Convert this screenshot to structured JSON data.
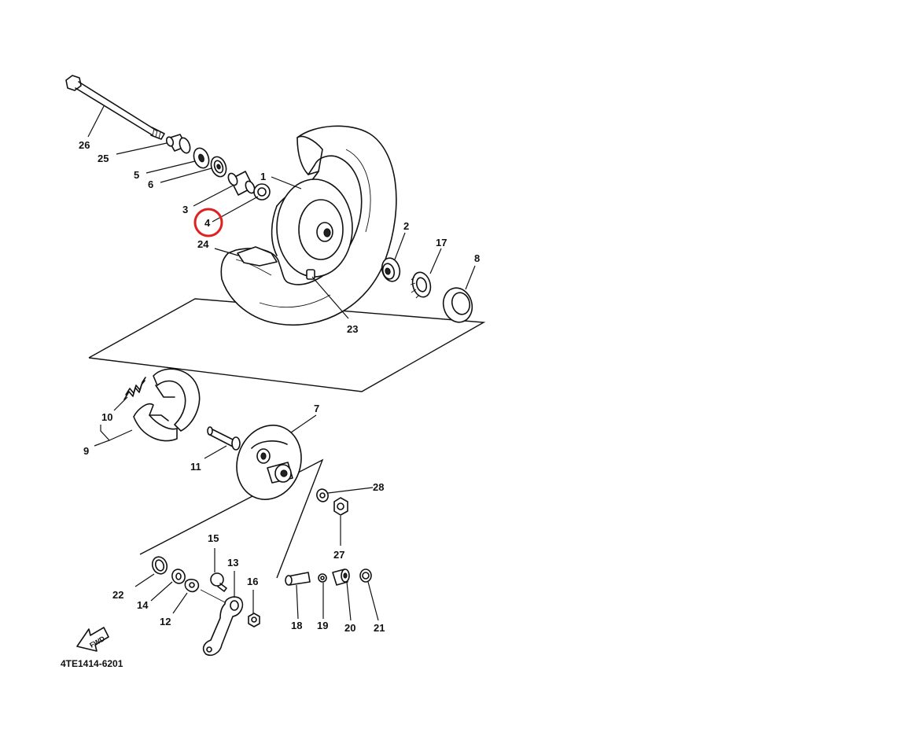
{
  "diagram": {
    "drawing_code": "4TE1414-6201",
    "fwd_label": "FWD",
    "highlight_color": "#e02020",
    "highlighted_callout": "4",
    "callouts": {
      "c1": "1",
      "c2": "2",
      "c3": "3",
      "c4": "4",
      "c5": "5",
      "c6": "6",
      "c7": "7",
      "c8": "8",
      "c9": "9",
      "c10": "10",
      "c11": "11",
      "c12": "12",
      "c13": "13",
      "c14": "14",
      "c15": "15",
      "c16": "16",
      "c17": "17",
      "c18": "18",
      "c19": "19",
      "c20": "20",
      "c21": "21",
      "c22": "22",
      "c23": "23",
      "c24": "24",
      "c25": "25",
      "c26": "26",
      "c27": "27",
      "c28": "28"
    }
  }
}
